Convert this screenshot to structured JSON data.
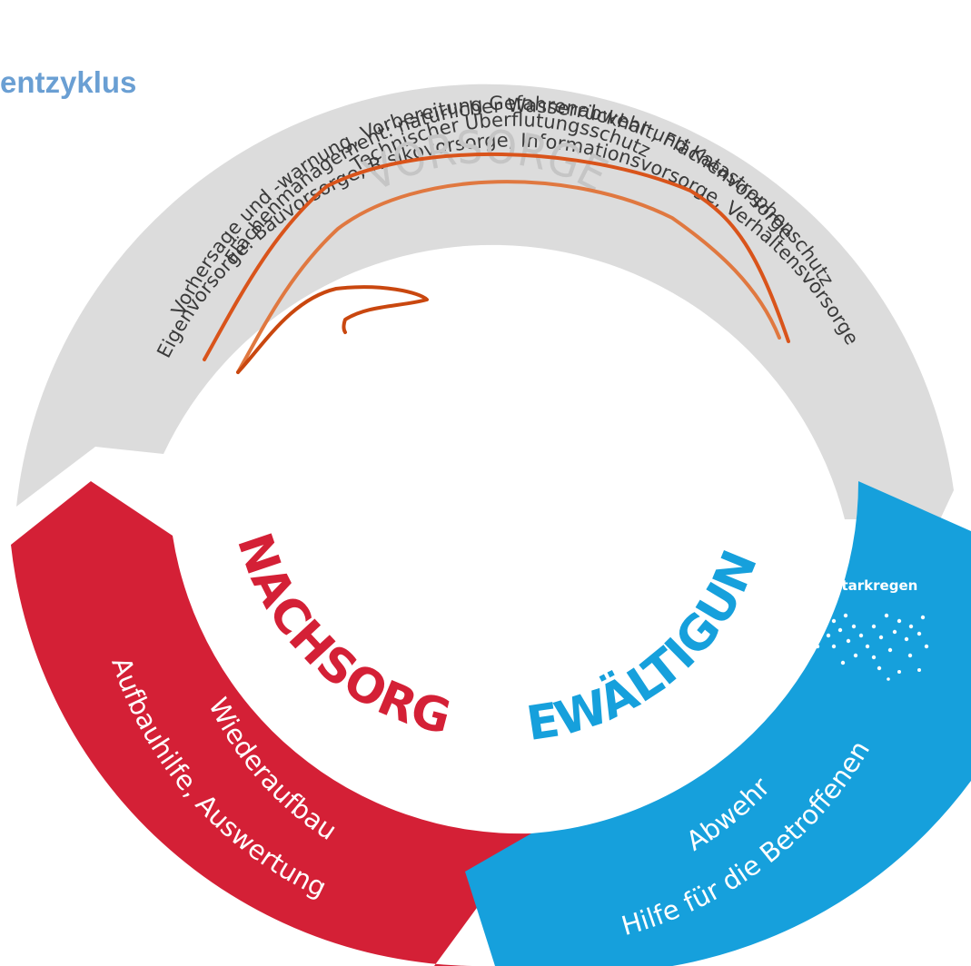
{
  "title": "entzyklus",
  "colors": {
    "vorsorge": "#dcdcdc",
    "nachsorge": "#d42036",
    "bewaeltigung": "#16a0dc",
    "title": "#6a9fd3",
    "scribble": "#d24d12"
  },
  "vorsorge": {
    "title": "VORSORGE",
    "lines": [
      "Technischer Überflutungsschutz",
      "Flächenmanagement: natürlicher Wasserrückhalt, Flächenvorsorge",
      "Vorhersage und -warnung, Vorbereitung Gefahrenabwehr und Katastrophenschutz",
      "Eigenvorsorge: Bauvorsorge, Risikovorsorge, Informationsvorsorge, Verhaltensvorsorge"
    ]
  },
  "nachsorge": {
    "title": "NACHSORGE",
    "lines": [
      "Wiederaufbau",
      "Aufbauhilfe, Auswertung"
    ]
  },
  "bewaeltigung": {
    "title": "BEWÄLTIGUNG",
    "lines": [
      "Abwehr",
      "Hilfe für die Betroffenen"
    ]
  },
  "badge": {
    "label": "Starkregen",
    "icon": "rain-drops-icon"
  }
}
